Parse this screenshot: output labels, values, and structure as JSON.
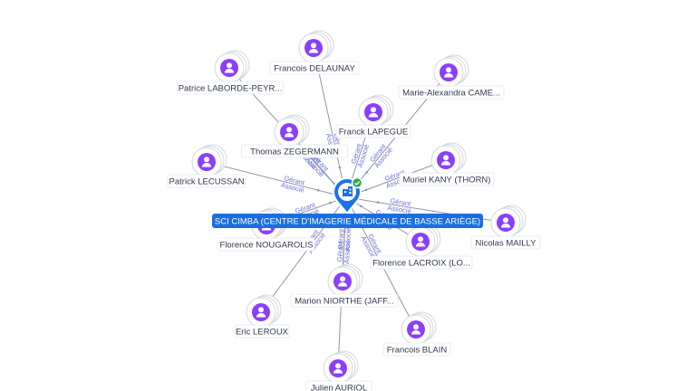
{
  "center": {
    "label": "SCI CIMBA (CENTRE D'IMAGERIE MÉDICALE DE BASSE ARIÈGE)",
    "icon": "building-pin-icon",
    "badge_icon": "check-icon",
    "pin_color": "#1a73e8",
    "label_bg": "#1a6fe0",
    "badge_color": "#2fa84f"
  },
  "person_color": "#8a3ffc",
  "edge_role_top": "Gérant",
  "edge_role_bottom": "Associé",
  "persons": [
    {
      "id": "francois-delaunay",
      "label": "Francois DELAUNAY"
    },
    {
      "id": "patrice-laborde",
      "label": "Patrice LABORDE-PEYR..."
    },
    {
      "id": "marie-alexandra",
      "label": "Marie-Alexandra CAME..."
    },
    {
      "id": "franck-lapegue",
      "label": "Franck LAPEGUE"
    },
    {
      "id": "thomas-zegermann",
      "label": "Thomas ZEGERMANN"
    },
    {
      "id": "patrick-lecussan",
      "label": "Patrick LECUSSAN"
    },
    {
      "id": "muriel-kany",
      "label": "Muriel KANY (THORN)"
    },
    {
      "id": "nicolas-mailly",
      "label": "Nicolas MAILLY"
    },
    {
      "id": "florence-nougarolis",
      "label": "Florence NOUGAROLIS"
    },
    {
      "id": "florence-lacroix",
      "label": "Florence LACROIX (LO..."
    },
    {
      "id": "marion-niorthe",
      "label": "Marion NIORTHE (JAFF..."
    },
    {
      "id": "eric-leroux",
      "label": "Eric LEROUX"
    },
    {
      "id": "francois-blain",
      "label": "Francois BLAIN"
    },
    {
      "id": "julien-auriol",
      "label": "Julien AURIOL"
    }
  ]
}
